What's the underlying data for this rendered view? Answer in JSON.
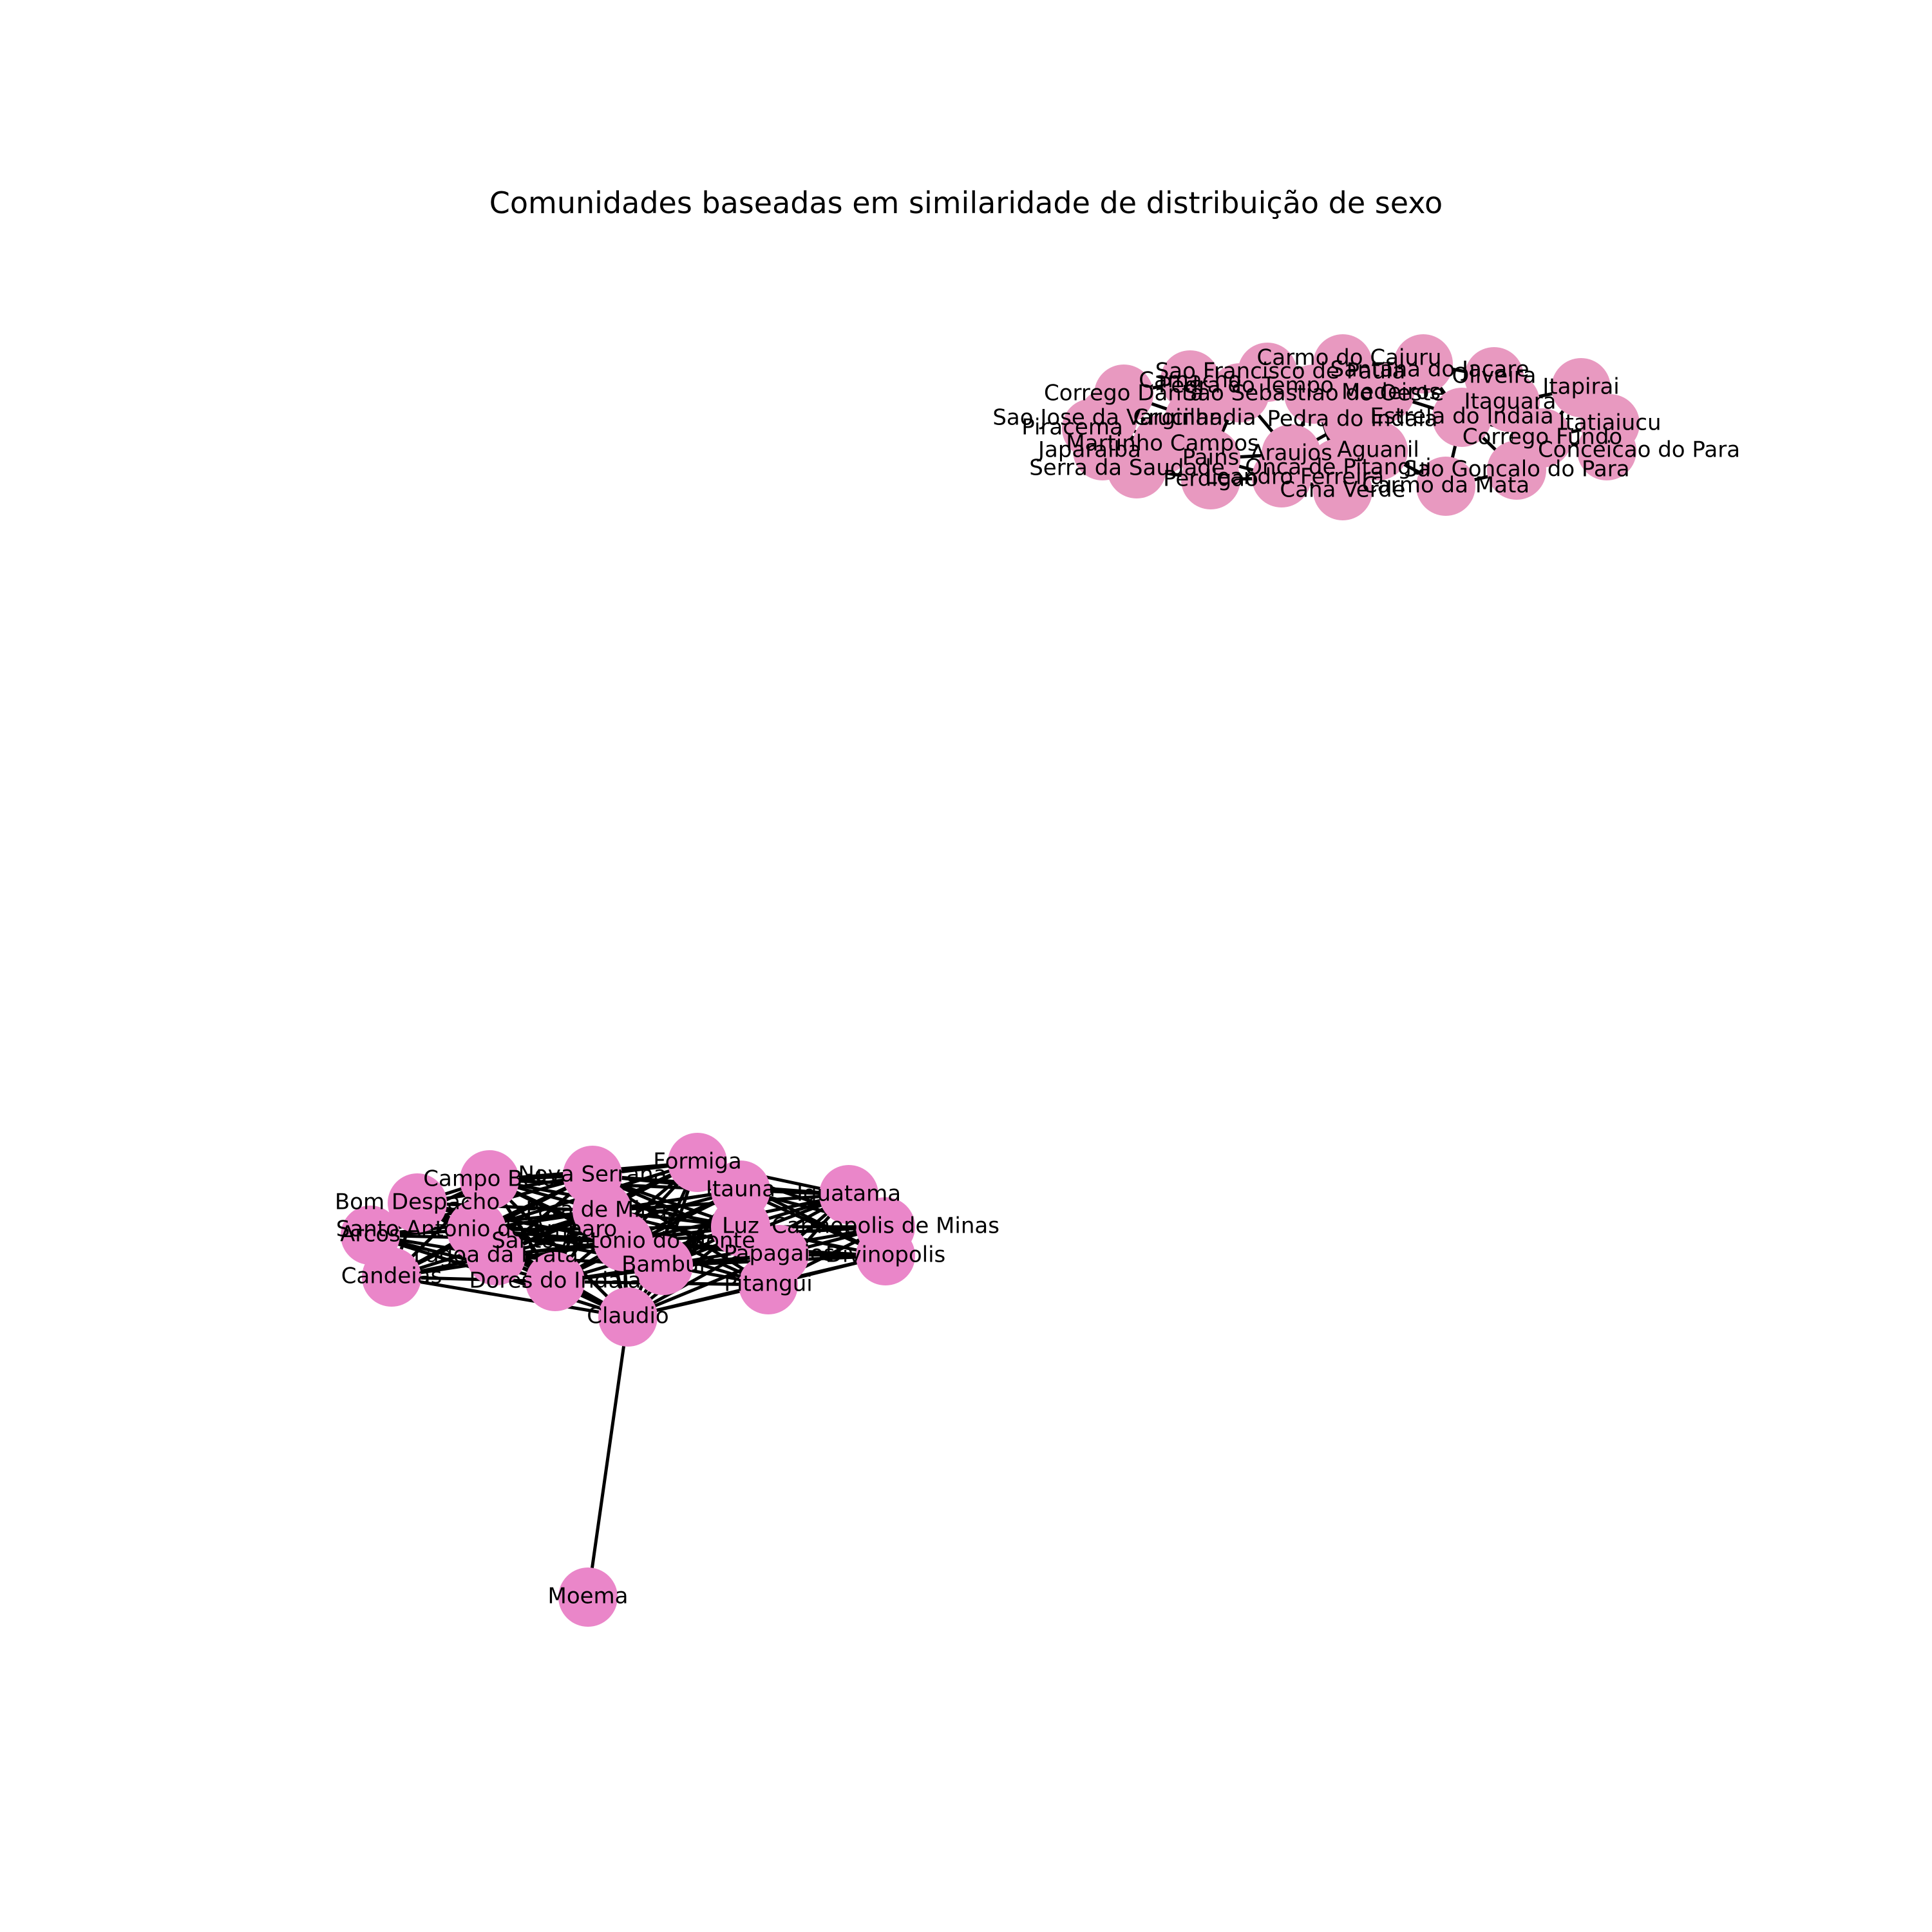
{
  "title": "Comunidades baseadas em similaridade de distribuição de sexo",
  "colors": {
    "community_1_node": "#e899c0",
    "community_2_node": "#ea86c9",
    "edge": "#000000",
    "background": "#ffffff"
  },
  "communities": [
    {
      "nodes": [
        "Sao Francisco de Paula",
        "Carmo do Cajuru",
        "Santana do Jacare",
        "Oliveira",
        "Camacho",
        "Pedra do Tempo",
        "Sao Sebastiao do Oeste",
        "Medeiros",
        "Itapirai",
        "Corrego Danta",
        "Itaguara",
        "Itatiaiucu",
        "Sao Jose da Varginha",
        "Crucilandia",
        "Pedra do Indaia",
        "Estrela do Indaia",
        "Piracema",
        "Martinho Campos",
        "Corrego Fundo",
        "Japaraiba",
        "Pains",
        "Araujos",
        "Aguanil",
        "Conceicao do Para",
        "Serra da Saudade",
        "Onca de Pitangui",
        "Leandro Ferreira",
        "Sao Goncalo do Para",
        "Perdigao",
        "Carmo da Mata",
        "Cana Verde"
      ]
    },
    {
      "nodes": [
        "Campo Belo",
        "Nova Serrana",
        "Formiga",
        "Itauna",
        "Iguatama",
        "Bom Despacho",
        "Para de Minas",
        "Carmopolis de Minas",
        "Santo Antonio do Amparo",
        "Arcos",
        "Santo Antonio do Monte",
        "Luz",
        "Divinopolis",
        "Lagoa da Prata",
        "Bambui",
        "Papagaios",
        "Candeias",
        "Dores do Indaia",
        "Pitangui",
        "Claudio",
        "Moema"
      ]
    }
  ]
}
